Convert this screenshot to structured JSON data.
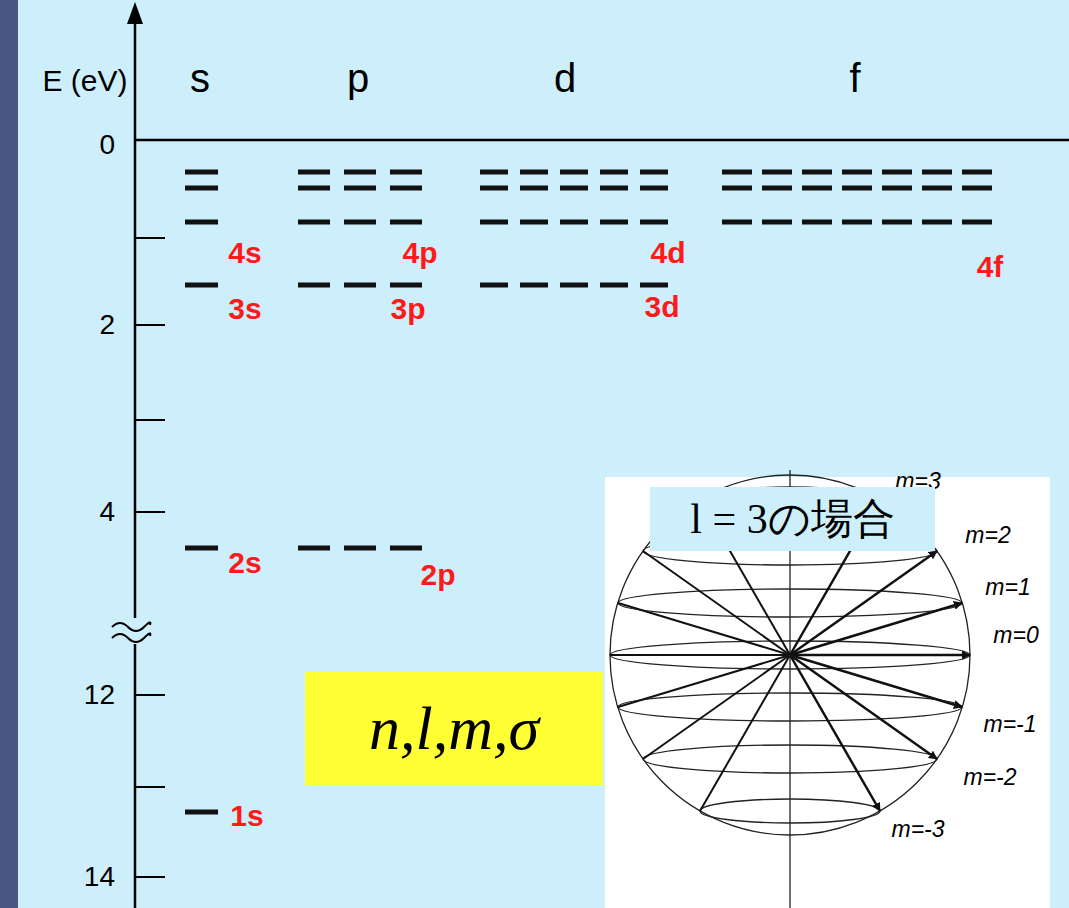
{
  "diagram": {
    "nodes": [
      {
        "text": [
          "n,l,m,σ"
        ]
      },
      {
        "text": [
          "l = 3の場合"
        ]
      }
    ],
    "labels": [
      "E (eV)",
      "s",
      "p",
      "d",
      "f",
      "0",
      "2",
      "4",
      "12",
      "14",
      "4s",
      "4p",
      "4d",
      "4f",
      "3s",
      "3p",
      "3d",
      "2s",
      "2p",
      "1s",
      "m=3",
      "m=2",
      "m=1",
      "m=0",
      "m=-1",
      "m=-2",
      "m=-3"
    ]
  }
}
